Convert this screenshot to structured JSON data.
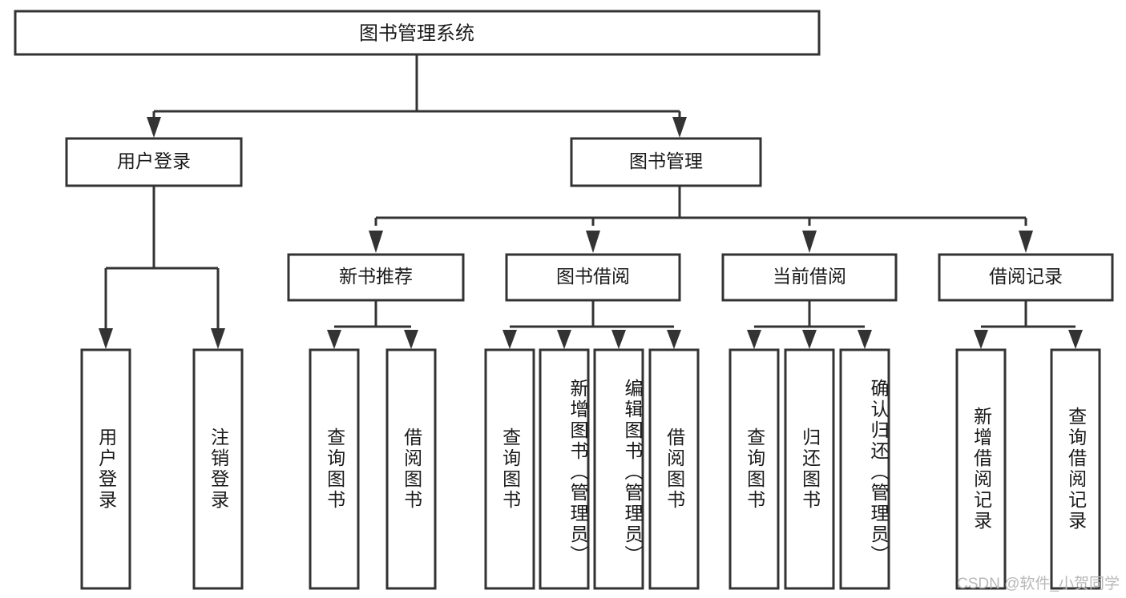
{
  "diagram": {
    "title": "图书管理系统",
    "type": "tree",
    "watermark": "CSDN @软件_小贺同学",
    "colors": {
      "box_stroke": "#333333",
      "box_fill": "#ffffff",
      "connector": "#333333",
      "text": "#1a1a1a",
      "watermark": "#b8b8b8",
      "background": "#ffffff"
    },
    "root": {
      "label": "图书管理系统"
    },
    "level2": [
      {
        "label": "用户登录"
      },
      {
        "label": "图书管理"
      }
    ],
    "level3": [
      {
        "label": "新书推荐"
      },
      {
        "label": "图书借阅"
      },
      {
        "label": "当前借阅"
      },
      {
        "label": "借阅记录"
      }
    ],
    "leaves": {
      "user_login": [
        {
          "label": "用户登录"
        },
        {
          "label": "注销登录"
        }
      ],
      "new_book_recommend": [
        {
          "label": "查询图书"
        },
        {
          "label": "借阅图书"
        }
      ],
      "book_borrow": [
        {
          "label": "查询图书"
        },
        {
          "label": "新增图书（管理员）"
        },
        {
          "label": "编辑图书（管理员）"
        },
        {
          "label": "借阅图书"
        }
      ],
      "current_borrow": [
        {
          "label": "查询图书"
        },
        {
          "label": "归还图书"
        },
        {
          "label": "确认归还（管理员）"
        }
      ],
      "borrow_record": [
        {
          "label": "新增借阅记录"
        },
        {
          "label": "查询借阅记录"
        }
      ]
    }
  }
}
